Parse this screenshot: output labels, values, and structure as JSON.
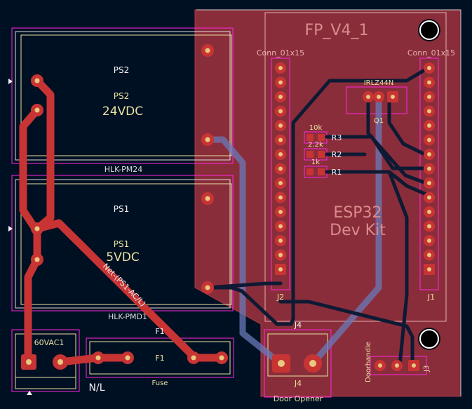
{
  "board": {
    "title": "FP_V4_1",
    "colors": {
      "background": "#001023",
      "copper_fill": "#8a2d3a",
      "copper_trace": "#c83434",
      "back_trace": "#5c6fb0",
      "silkscreen": "#f2f2f2",
      "fab": "#e8e0a0",
      "courtyard": "#ff26e2",
      "edge_cuts": "#d0d0d0",
      "pad": "#c83434",
      "hole": "#e7c97f"
    }
  },
  "modules": {
    "ps2": {
      "ref_top": "PS2",
      "ref": "PS2",
      "value": "24VDC",
      "footprint": "HLK-PM24"
    },
    "ps1": {
      "ref_top": "PS1",
      "ref": "PS1",
      "value": "5VDC",
      "footprint": "HLK-PMD1"
    },
    "vac": {
      "ref": "60VAC1",
      "label": "N/L"
    },
    "fuse": {
      "ref": "F1",
      "ref_top": "F1",
      "value": "Fuse"
    },
    "esp32": {
      "label_line1": "ESP32",
      "label_line2": "Dev Kit"
    },
    "conn_left": {
      "value": "Conn_01x15",
      "ref": "J2"
    },
    "conn_right": {
      "value": "Conn_01x15",
      "ref": "J1"
    },
    "mosfet": {
      "value": "IRLZ44N",
      "ref": "Q1"
    },
    "resistors": [
      {
        "value": "10k",
        "ref": "R3"
      },
      {
        "value": "2.2k",
        "ref": "R2"
      },
      {
        "value": "1k",
        "ref": "R1"
      }
    ],
    "door_opener": {
      "ref_top": "J4",
      "ref": "J4",
      "value": "Door Opener"
    },
    "doorhandle": {
      "value": "Doorhandle",
      "ref": "J3"
    }
  },
  "nets": {
    "ps1_ac_label": "Net-(PS1-AC/L)"
  }
}
